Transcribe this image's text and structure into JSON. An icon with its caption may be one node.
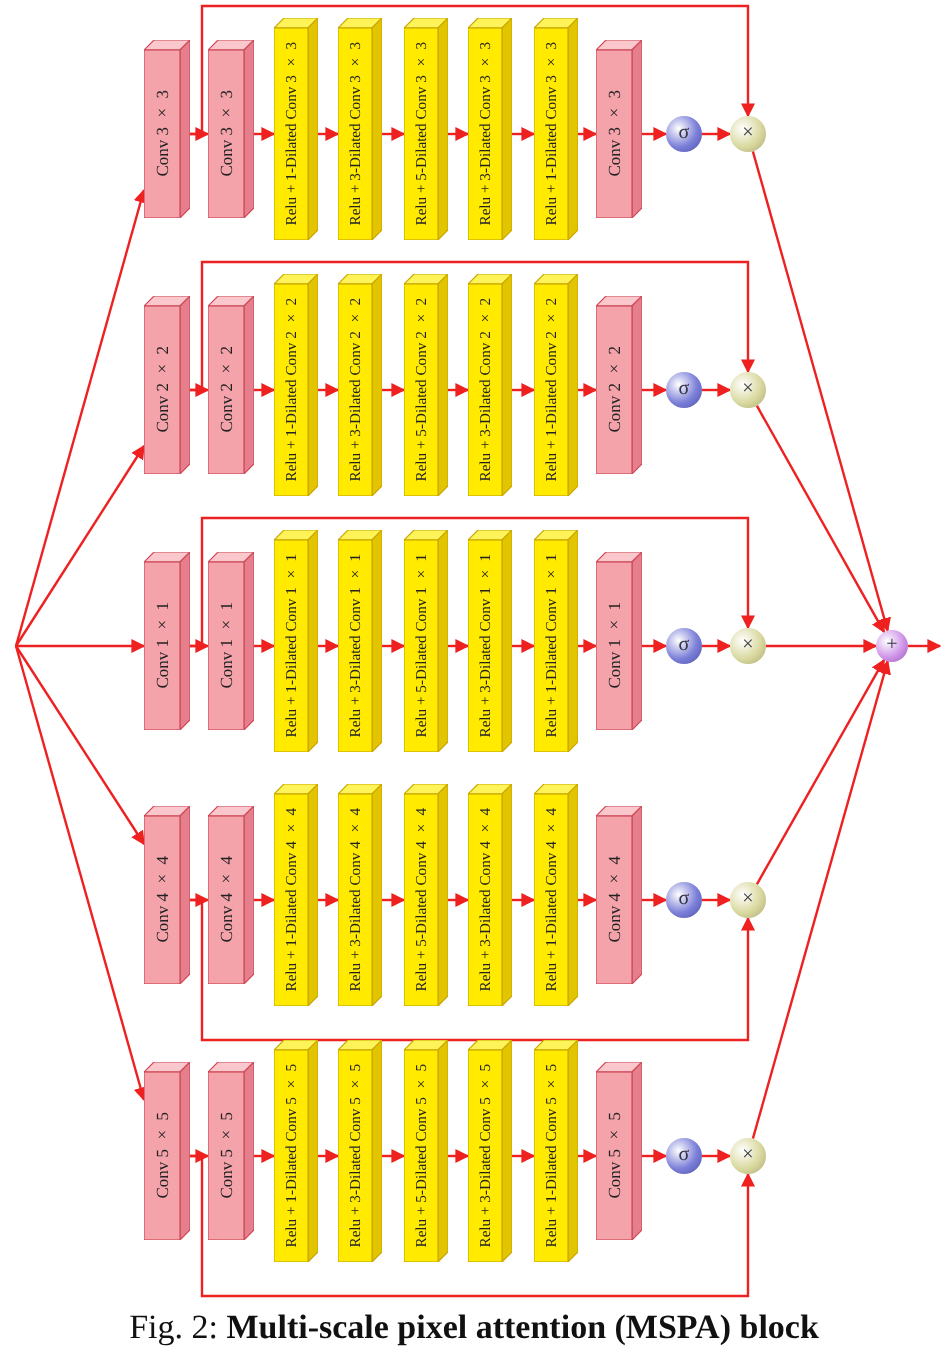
{
  "diagram": {
    "caption": "Fig. 2: **Multi-scale pixel attention (MSPA) block**",
    "nodes": [
      {
        "text": [
          "Conv 3 × 3"
        ]
      },
      {
        "text": [
          "Conv 3 × 3"
        ]
      },
      {
        "text": [
          "Relu + 1-Dilated Conv 3 × 3"
        ]
      },
      {
        "text": [
          "Relu + 3-Dilated Conv 3 × 3"
        ]
      },
      {
        "text": [
          "Relu + 5-Dilated Conv 3 × 3"
        ]
      },
      {
        "text": [
          "Relu + 3-Dilated Conv 3 × 3"
        ]
      },
      {
        "text": [
          "Relu + 1-Dilated Conv 3 × 3"
        ]
      },
      {
        "text": [
          "Conv 3 × 3"
        ]
      },
      {
        "text": [
          "σ"
        ]
      },
      {
        "text": [
          "×"
        ]
      },
      {
        "text": [
          "Conv 2 × 2"
        ]
      },
      {
        "text": [
          "Conv 2 × 2"
        ]
      },
      {
        "text": [
          "Relu + 1-Dilated Conv 2 × 2"
        ]
      },
      {
        "text": [
          "Relu + 3-Dilated Conv 2 × 2"
        ]
      },
      {
        "text": [
          "Relu + 5-Dilated Conv 2 × 2"
        ]
      },
      {
        "text": [
          "Relu + 3-Dilated Conv 2 × 2"
        ]
      },
      {
        "text": [
          "Relu + 1-Dilated Conv 2 × 2"
        ]
      },
      {
        "text": [
          "Conv 2 × 2"
        ]
      },
      {
        "text": [
          "σ"
        ]
      },
      {
        "text": [
          "×"
        ]
      },
      {
        "text": [
          "Conv 1 × 1"
        ]
      },
      {
        "text": [
          "Conv 1 × 1"
        ]
      },
      {
        "text": [
          "Relu + 1-Dilated Conv 1 × 1"
        ]
      },
      {
        "text": [
          "Relu + 3-Dilated Conv 1 × 1"
        ]
      },
      {
        "text": [
          "Relu + 5-Dilated Conv 1 × 1"
        ]
      },
      {
        "text": [
          "Relu + 3-Dilated Conv 1 × 1"
        ]
      },
      {
        "text": [
          "Relu + 1-Dilated Conv 1 × 1"
        ]
      },
      {
        "text": [
          "Conv 1 × 1"
        ]
      },
      {
        "text": [
          "σ"
        ]
      },
      {
        "text": [
          "×"
        ]
      },
      {
        "text": [
          "Conv 4 × 4"
        ]
      },
      {
        "text": [
          "Conv 4 × 4"
        ]
      },
      {
        "text": [
          "Relu + 1-Dilated Conv 4 × 4"
        ]
      },
      {
        "text": [
          "Relu + 3-Dilated Conv 4 × 4"
        ]
      },
      {
        "text": [
          "Relu + 5-Dilated Conv 4 × 4"
        ]
      },
      {
        "text": [
          "Relu + 3-Dilated Conv 4 × 4"
        ]
      },
      {
        "text": [
          "Relu + 1-Dilated Conv 4 × 4"
        ]
      },
      {
        "text": [
          "Conv 4 × 4"
        ]
      },
      {
        "text": [
          "σ"
        ]
      },
      {
        "text": [
          "×"
        ]
      },
      {
        "text": [
          "Conv 5 × 5"
        ]
      },
      {
        "text": [
          "Conv 5 × 5"
        ]
      },
      {
        "text": [
          "Relu + 1-Dilated Conv 5 × 5"
        ]
      },
      {
        "text": [
          "Relu + 3-Dilated Conv 5 × 5"
        ]
      },
      {
        "text": [
          "Relu + 5-Dilated Conv 5 × 5"
        ]
      },
      {
        "text": [
          "Relu + 3-Dilated Conv 5 × 5"
        ]
      },
      {
        "text": [
          "Relu + 1-Dilated Conv 5 × 5"
        ]
      },
      {
        "text": [
          "Conv 5 × 5"
        ]
      },
      {
        "text": [
          "σ"
        ]
      },
      {
        "text": [
          "×"
        ]
      },
      {
        "text": [
          "+"
        ]
      }
    ],
    "edges": [
      {
        "from": null,
        "to": 0,
        "arrow": "to"
      },
      {
        "from": 0,
        "to": 1,
        "arrow": "to"
      },
      {
        "from": 1,
        "to": 2,
        "arrow": "to"
      },
      {
        "from": 2,
        "to": 3,
        "arrow": "to"
      },
      {
        "from": 3,
        "to": 4,
        "arrow": "to"
      },
      {
        "from": 4,
        "to": 5,
        "arrow": "to"
      },
      {
        "from": 5,
        "to": 6,
        "arrow": "to"
      },
      {
        "from": 6,
        "to": 7,
        "arrow": "to"
      },
      {
        "from": 7,
        "to": 8,
        "arrow": "to"
      },
      {
        "from": 8,
        "to": 9,
        "arrow": "to"
      },
      {
        "from": 0,
        "to": 9,
        "arrow": "to"
      },
      {
        "from": 9,
        "to": 50,
        "arrow": "to"
      },
      {
        "from": null,
        "to": 10,
        "arrow": "to"
      },
      {
        "from": 10,
        "to": 11,
        "arrow": "to"
      },
      {
        "from": 11,
        "to": 12,
        "arrow": "to"
      },
      {
        "from": 12,
        "to": 13,
        "arrow": "to"
      },
      {
        "from": 13,
        "to": 14,
        "arrow": "to"
      },
      {
        "from": 14,
        "to": 15,
        "arrow": "to"
      },
      {
        "from": 15,
        "to": 16,
        "arrow": "to"
      },
      {
        "from": 16,
        "to": 17,
        "arrow": "to"
      },
      {
        "from": 17,
        "to": 18,
        "arrow": "to"
      },
      {
        "from": 18,
        "to": 19,
        "arrow": "to"
      },
      {
        "from": 10,
        "to": 19,
        "arrow": "to"
      },
      {
        "from": 19,
        "to": 50,
        "arrow": "to"
      },
      {
        "from": null,
        "to": 20,
        "arrow": "to"
      },
      {
        "from": 20,
        "to": 21,
        "arrow": "to"
      },
      {
        "from": 21,
        "to": 22,
        "arrow": "to"
      },
      {
        "from": 22,
        "to": 23,
        "arrow": "to"
      },
      {
        "from": 23,
        "to": 24,
        "arrow": "to"
      },
      {
        "from": 24,
        "to": 25,
        "arrow": "to"
      },
      {
        "from": 25,
        "to": 26,
        "arrow": "to"
      },
      {
        "from": 26,
        "to": 27,
        "arrow": "to"
      },
      {
        "from": 27,
        "to": 28,
        "arrow": "to"
      },
      {
        "from": 28,
        "to": 29,
        "arrow": "to"
      },
      {
        "from": 20,
        "to": 29,
        "arrow": "to"
      },
      {
        "from": 29,
        "to": 50,
        "arrow": "to"
      },
      {
        "from": null,
        "to": 30,
        "arrow": "to"
      },
      {
        "from": 30,
        "to": 31,
        "arrow": "to"
      },
      {
        "from": 31,
        "to": 32,
        "arrow": "to"
      },
      {
        "from": 32,
        "to": 33,
        "arrow": "to"
      },
      {
        "from": 33,
        "to": 34,
        "arrow": "to"
      },
      {
        "from": 34,
        "to": 35,
        "arrow": "to"
      },
      {
        "from": 35,
        "to": 36,
        "arrow": "to"
      },
      {
        "from": 36,
        "to": 37,
        "arrow": "to"
      },
      {
        "from": 37,
        "to": 38,
        "arrow": "to"
      },
      {
        "from": 38,
        "to": 39,
        "arrow": "to"
      },
      {
        "from": 30,
        "to": 39,
        "arrow": "to"
      },
      {
        "from": 39,
        "to": 50,
        "arrow": "to"
      },
      {
        "from": null,
        "to": 40,
        "arrow": "to"
      },
      {
        "from": 40,
        "to": 41,
        "arrow": "to"
      },
      {
        "from": 41,
        "to": 42,
        "arrow": "to"
      },
      {
        "from": 42,
        "to": 43,
        "arrow": "to"
      },
      {
        "from": 43,
        "to": 44,
        "arrow": "to"
      },
      {
        "from": 44,
        "to": 45,
        "arrow": "to"
      },
      {
        "from": 45,
        "to": 46,
        "arrow": "to"
      },
      {
        "from": 46,
        "to": 47,
        "arrow": "to"
      },
      {
        "from": 47,
        "to": 48,
        "arrow": "to"
      },
      {
        "from": 48,
        "to": 49,
        "arrow": "to"
      },
      {
        "from": 40,
        "to": 49,
        "arrow": "to"
      },
      {
        "from": 49,
        "to": 50,
        "arrow": "to"
      },
      {
        "from": 50,
        "to": null,
        "arrow": "to"
      }
    ]
  }
}
